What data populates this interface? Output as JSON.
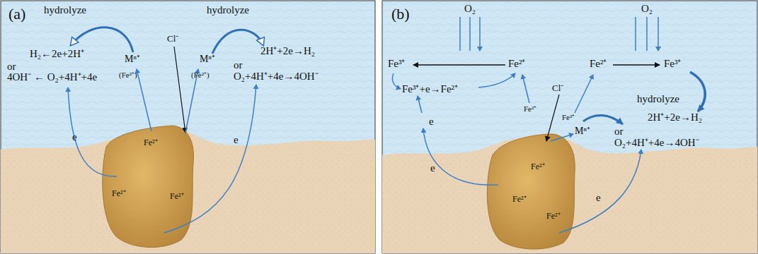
{
  "diagram": {
    "labels": [
      "(a)",
      "hydrolyze",
      "hydrolyze",
      "H₂←2e+2H⁺",
      "or",
      "4OH⁻ ← O₂+4H⁺+4e",
      "Cl⁻",
      "(Fe²⁺)",
      "Mⁿ⁺",
      "Mⁿ⁺",
      "(Fe²⁺)",
      "2H⁺+2e→H₂",
      "or",
      "O₂+4H⁺+4e→4OH⁻",
      "e",
      "e",
      "Fe²⁺",
      "Fe²⁺",
      "Fe²⁺",
      "(b)",
      "O₂",
      "O₂",
      "Fe³⁺",
      "Fe²⁺",
      "Fe³⁺+e→Fe²⁺",
      "Fe²⁺",
      "Fe³⁺",
      "hydrolyze",
      "Fe²⁺",
      "Cl⁻",
      "Fe²⁺",
      "Mⁿ⁺",
      "2H⁺+2e→H₂",
      "or",
      "O₂+4H⁺+4e→4OH⁻",
      "e",
      "e",
      "e",
      "Fe²⁺",
      "Fe²⁺",
      "Fe²⁺"
    ]
  }
}
